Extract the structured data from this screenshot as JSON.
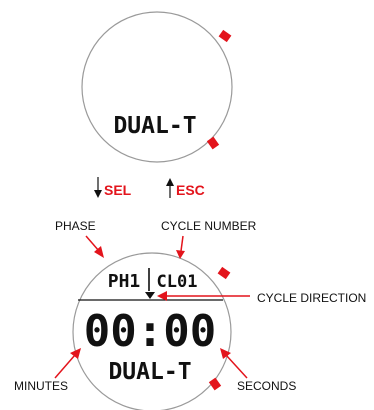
{
  "top_watch": {
    "display_text": "DUAL-T"
  },
  "buttons": {
    "sel_label": "SEL",
    "esc_label": "ESC",
    "sel_arrow_icon": "arrow-down-icon",
    "esc_arrow_icon": "arrow-up-icon"
  },
  "bottom_watch": {
    "phase_text": "PH1",
    "cycle_text": "CL01",
    "time_text": "00:00",
    "mode_text": "DUAL-T"
  },
  "callouts": {
    "phase": "PHASE",
    "cycle_number": "CYCLE NUMBER",
    "cycle_direction": "CYCLE DIRECTION",
    "minutes": "MINUTES",
    "seconds": "SECONDS"
  },
  "colors": {
    "accent_red": "#e3141c",
    "outline": "#9a9a9a",
    "ink": "#111111"
  }
}
